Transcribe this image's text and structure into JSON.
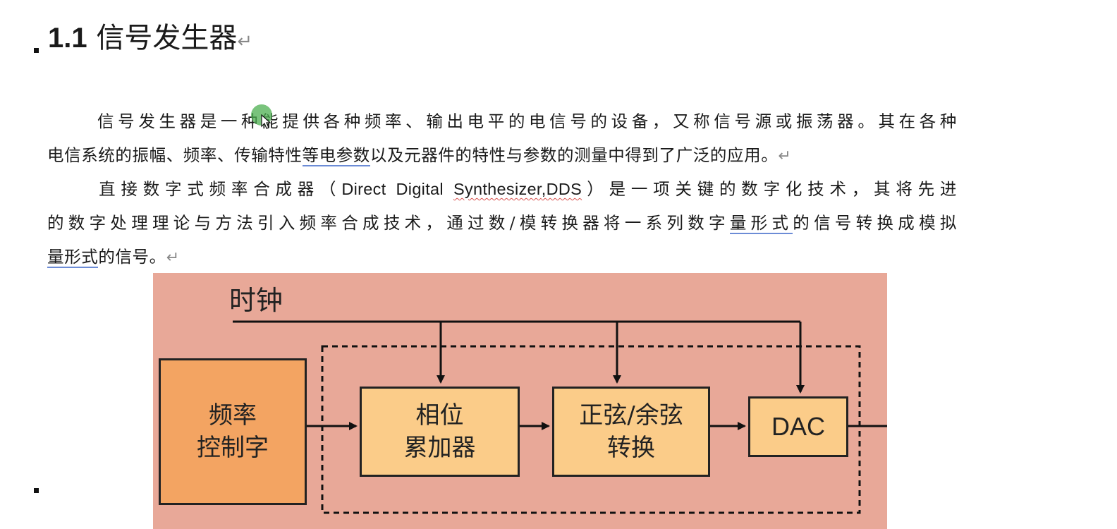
{
  "heading": {
    "number": "1.1",
    "title": "信号发生器",
    "mark": "↵"
  },
  "paragraph1": {
    "line1": "信号发生器是一种能提供各种频率、输出电平的电信号的设备，又称信号源或振荡器。其在各种",
    "line2_a": "电信系统的振幅、频率、传输特性",
    "line2_ul": "等电参数",
    "line2_b": "以及元器件的特性与参数的测量中得到了广泛的应用。",
    "mark": "↵"
  },
  "paragraph2": {
    "line1_a": "直接数字式频率合成器（",
    "line1_latin_a": "Direct Digital ",
    "line1_latin_ul": "Synthesizer",
    "line1_latin_b": ",DDS",
    "line1_b": "）是一项关键的数字化技术，其将先进",
    "line2_a": "的数字处理理论与方法引入频率合成技术，通过数/模转换器将一系列数字",
    "line2_ul": "量形式",
    "line2_b": "的信号转换成模拟",
    "line3_ul": "量形式",
    "line3_b": "的信号。",
    "mark": "↵"
  },
  "diagram": {
    "background_color": "#e8a898",
    "clock_label": "时钟",
    "blocks": {
      "freq_word": "频率\n控制字",
      "phase_accumulator": "相位\n累加器",
      "sin_cos": "正弦/余弦\n转换",
      "dac": "DAC"
    }
  },
  "icons": {
    "cursor": "mouse-cursor-icon",
    "cursor_highlight_color": "#4caf50"
  }
}
